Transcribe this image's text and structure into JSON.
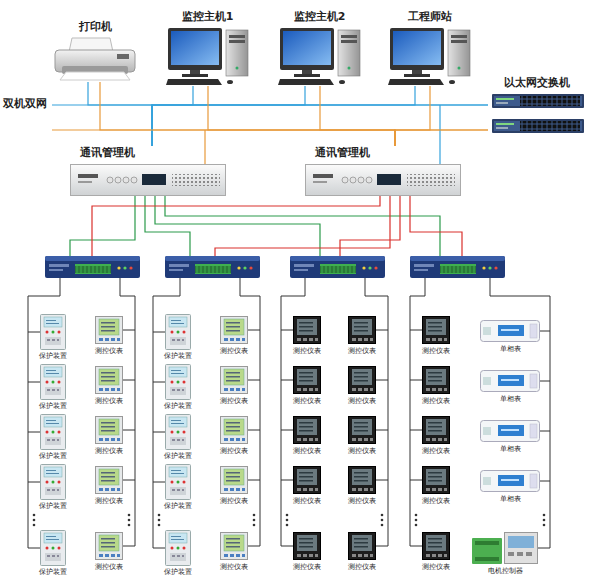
{
  "diagram": {
    "nodes": [
      {
        "text": [
          "打印机"
        ]
      },
      {
        "text": [
          "监控主机1"
        ]
      },
      {
        "text": [
          "监控主机2"
        ]
      },
      {
        "text": [
          "工程师站"
        ]
      },
      {
        "text": [
          "以太网交换机"
        ]
      },
      {
        "text": [
          "通讯管理机"
        ]
      },
      {
        "text": [
          "通讯管理机"
        ]
      },
      {
        "text": [
          "保护装置"
        ]
      },
      {
        "text": [
          "测控仪表"
        ]
      },
      {
        "text": [
          "保护装置"
        ]
      },
      {
        "text": [
          "测控仪表"
        ]
      },
      {
        "text": [
          "测控仪表"
        ]
      },
      {
        "text": [
          "测控仪表"
        ]
      },
      {
        "text": [
          "测控仪表"
        ]
      },
      {
        "text": [
          "单相表"
        ]
      },
      {
        "text": [
          "保护装置"
        ]
      },
      {
        "text": [
          "测控仪表"
        ]
      },
      {
        "text": [
          "保护装置"
        ]
      },
      {
        "text": [
          "测控仪表"
        ]
      },
      {
        "text": [
          "测控仪表"
        ]
      },
      {
        "text": [
          "测控仪表"
        ]
      },
      {
        "text": [
          "测控仪表"
        ]
      },
      {
        "text": [
          "单相表"
        ]
      },
      {
        "text": [
          "保护装置"
        ]
      },
      {
        "text": [
          "测控仪表"
        ]
      },
      {
        "text": [
          "保护装置"
        ]
      },
      {
        "text": [
          "测控仪表"
        ]
      },
      {
        "text": [
          "测控仪表"
        ]
      },
      {
        "text": [
          "测控仪表"
        ]
      },
      {
        "text": [
          "测控仪表"
        ]
      },
      {
        "text": [
          "单相表"
        ]
      },
      {
        "text": [
          "保护装置"
        ]
      },
      {
        "text": [
          "测控仪表"
        ]
      },
      {
        "text": [
          "保护装置"
        ]
      },
      {
        "text": [
          "测控仪表"
        ]
      },
      {
        "text": [
          "测控仪表"
        ]
      },
      {
        "text": [
          "测控仪表"
        ]
      },
      {
        "text": [
          "测控仪表"
        ]
      },
      {
        "text": [
          "单相表"
        ]
      },
      {
        "text": [
          "保护装置"
        ]
      },
      {
        "text": [
          "测控仪表"
        ]
      },
      {
        "text": [
          "保护装置"
        ]
      },
      {
        "text": [
          "测控仪表"
        ]
      },
      {
        "text": [
          "测控仪表"
        ]
      },
      {
        "text": [
          "测控仪表"
        ]
      },
      {
        "text": [
          "测控仪表"
        ]
      },
      {
        "text": [
          "电机控制器"
        ]
      }
    ],
    "edges": [
      {
        "from": 5,
        "to": 0,
        "arrow": "none"
      },
      {
        "from": 5,
        "to": 1,
        "arrow": "none"
      },
      {
        "from": 5,
        "to": 2,
        "arrow": "none"
      },
      {
        "from": 5,
        "to": 3,
        "arrow": "none"
      },
      {
        "from": 5,
        "to": 4,
        "arrow": "none"
      },
      {
        "from": 6,
        "to": 0,
        "arrow": "none"
      },
      {
        "from": 6,
        "to": 1,
        "arrow": "none"
      },
      {
        "from": 6,
        "to": 2,
        "arrow": "none"
      },
      {
        "from": 6,
        "to": 3,
        "arrow": "none"
      },
      {
        "from": 6,
        "to": 4,
        "arrow": "none"
      }
    ],
    "labels": [
      "双机双网"
    ]
  }
}
